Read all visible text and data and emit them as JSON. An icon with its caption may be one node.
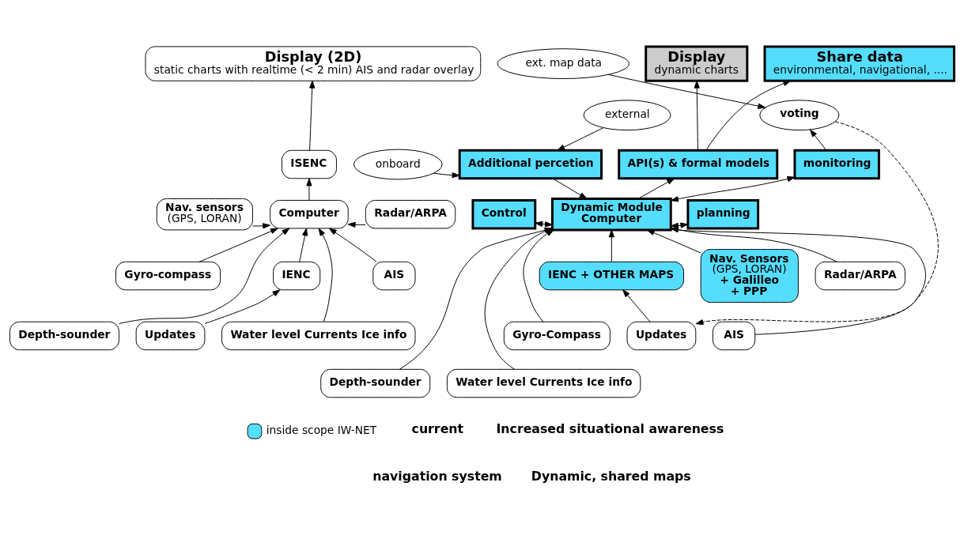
{
  "diagram": {
    "nodes": [
      {
        "text": [
          "Display (2D)",
          "static charts with realtime (< 2 min) AIS and radar overlay"
        ]
      },
      {
        "text": [
          "ISENC"
        ]
      },
      {
        "text": [
          "Nav. sensors",
          "(GPS, LORAN)"
        ]
      },
      {
        "text": [
          "Computer"
        ]
      },
      {
        "text": [
          "Radar/ARPA"
        ]
      },
      {
        "text": [
          "Gyro-compass"
        ]
      },
      {
        "text": [
          "AIS"
        ]
      },
      {
        "text": [
          "IENC"
        ]
      },
      {
        "text": [
          "Depth-sounder"
        ]
      },
      {
        "text": [
          "Water level Currents Ice info"
        ]
      },
      {
        "text": [
          "Updates"
        ]
      },
      {
        "text": [
          "Display",
          "dynamic charts"
        ]
      },
      {
        "text": [
          "Share data",
          "environmental, navigational, ...."
        ]
      },
      {
        "text": [
          "ext. map data"
        ]
      },
      {
        "text": [
          "external"
        ]
      },
      {
        "text": [
          "onboard"
        ]
      },
      {
        "text": [
          "voting"
        ]
      },
      {
        "text": [
          "Additional percetion"
        ]
      },
      {
        "text": [
          "API(s) & formal models"
        ]
      },
      {
        "text": [
          "monitoring"
        ]
      },
      {
        "text": [
          "Control"
        ]
      },
      {
        "text": [
          "Dynamic Module",
          "Computer"
        ]
      },
      {
        "text": [
          "planning"
        ]
      },
      {
        "text": [
          "Nav. Sensors",
          "(GPS, LORAN)",
          "+ Galilleo",
          "+ PPP"
        ]
      },
      {
        "text": [
          "Radar/ARPA"
        ]
      },
      {
        "text": [
          "IENC + OTHER MAPS"
        ]
      },
      {
        "text": [
          "AIS"
        ]
      },
      {
        "text": [
          "Gyro-Compass"
        ]
      },
      {
        "text": [
          "Depth-sounder"
        ]
      },
      {
        "text": [
          "Updates"
        ]
      },
      {
        "text": [
          "Water level Currents Ice info"
        ]
      }
    ],
    "edges": [
      {
        "from": 1,
        "to": 0,
        "arrow": "to"
      },
      {
        "from": 3,
        "to": 1,
        "arrow": "to"
      },
      {
        "from": 2,
        "to": 3,
        "arrow": "to"
      },
      {
        "from": 5,
        "to": 3,
        "arrow": "to"
      },
      {
        "from": 8,
        "to": 3,
        "arrow": "to"
      },
      {
        "from": 4,
        "to": 3,
        "arrow": "to"
      },
      {
        "from": 6,
        "to": 3,
        "arrow": "to"
      },
      {
        "from": 9,
        "to": 3,
        "arrow": "to"
      },
      {
        "from": 7,
        "to": 3,
        "arrow": "to"
      },
      {
        "from": 10,
        "to": 7,
        "arrow": "to"
      },
      {
        "from": 18,
        "to": 11,
        "arrow": "to"
      },
      {
        "from": 18,
        "to": 12,
        "arrow": "to"
      },
      {
        "from": 13,
        "to": 16,
        "arrow": "to"
      },
      {
        "from": 14,
        "to": 17,
        "arrow": "to"
      },
      {
        "from": 15,
        "to": 17,
        "arrow": "to"
      },
      {
        "from": 17,
        "to": 21,
        "arrow": "to"
      },
      {
        "from": 20,
        "to": 21,
        "arrow": "both"
      },
      {
        "from": 21,
        "to": 18,
        "arrow": "to"
      },
      {
        "from": 21,
        "to": 19,
        "arrow": "both"
      },
      {
        "from": 21,
        "to": 22,
        "arrow": "both"
      },
      {
        "from": 19,
        "to": 16,
        "arrow": "to"
      },
      {
        "from": 23,
        "to": 21,
        "arrow": "to"
      },
      {
        "from": 27,
        "to": 21,
        "arrow": "to"
      },
      {
        "from": 28,
        "to": 21,
        "arrow": "to"
      },
      {
        "from": 24,
        "to": 21,
        "arrow": "to"
      },
      {
        "from": 26,
        "to": 21,
        "arrow": "to"
      },
      {
        "from": 30,
        "to": 21,
        "arrow": "to"
      },
      {
        "from": 25,
        "to": 21,
        "arrow": "to"
      },
      {
        "from": 29,
        "to": 25,
        "arrow": "to"
      },
      {
        "from": 16,
        "to": 29,
        "arrow": "to",
        "style": "dashed"
      }
    ],
    "labels": [
      "current",
      "Increased situational awareness",
      "navigation system",
      "Dynamic, shared maps"
    ],
    "legend": [
      {
        "text": "inside scope IW-NET",
        "color": "#55ddfd"
      }
    ]
  }
}
